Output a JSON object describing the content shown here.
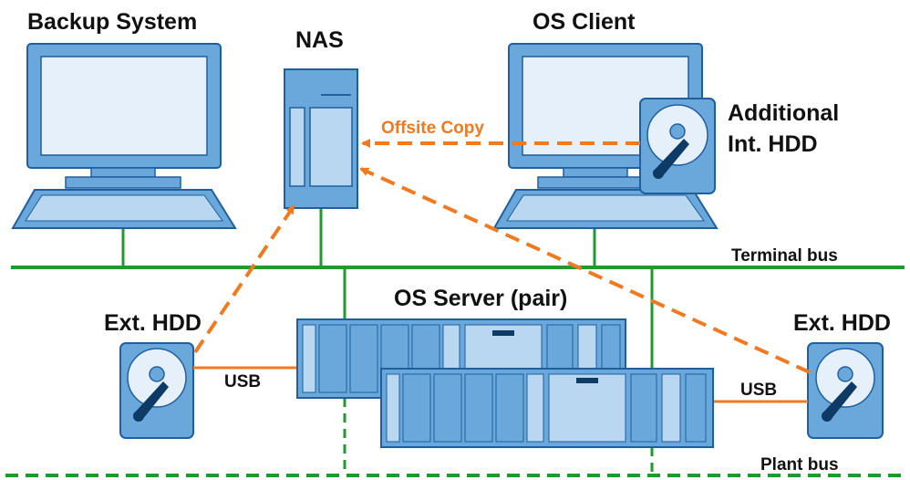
{
  "labels": {
    "backup_system": "Backup System",
    "nas": "NAS",
    "os_client": "OS Client",
    "additional_hdd_line1": "Additional",
    "additional_hdd_line2": "Int. HDD",
    "offsite_copy": "Offsite Copy",
    "terminal_bus": "Terminal bus",
    "os_server_pair": "OS Server (pair)",
    "ext_hdd_left": "Ext. HDD",
    "ext_hdd_right": "Ext. HDD",
    "usb_left": "USB",
    "usb_right": "USB",
    "plant_bus": "Plant bus"
  },
  "colors": {
    "bus_green": "#1f9a2e",
    "copy_orange": "#f07a1f",
    "usb_orange": "#f07a1f",
    "device_blue": "#6aa8dc",
    "device_light": "#b9d7f0",
    "device_outline": "#1f5f9e",
    "screen_fill": "#e6f0fa"
  },
  "icons": {
    "backup_system": "desktop-computer-icon",
    "nas": "nas-tower-icon",
    "os_client": "desktop-computer-icon",
    "internal_hdd": "hard-disk-icon",
    "external_hdd": "hard-disk-icon",
    "os_server": "rack-server-icon"
  }
}
